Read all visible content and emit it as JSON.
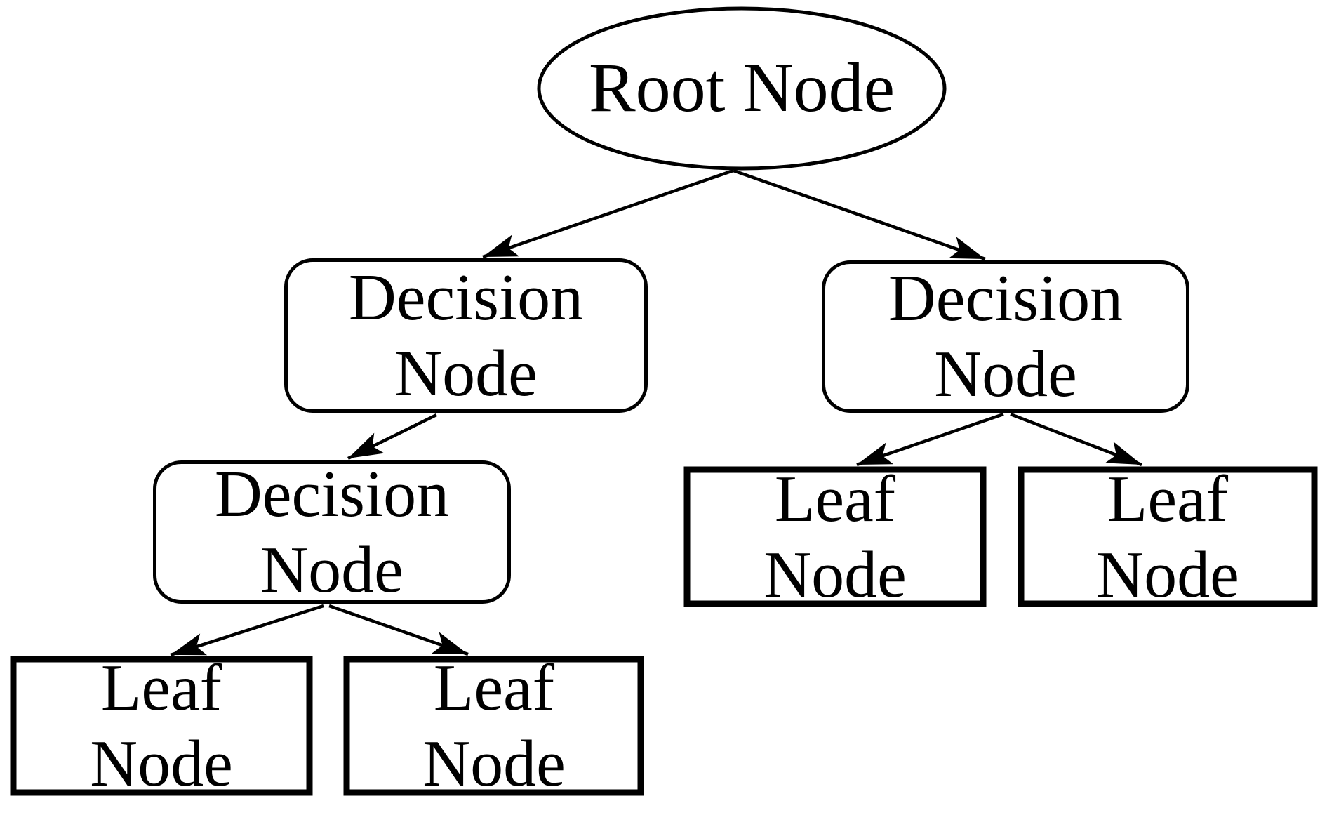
{
  "diagram": {
    "background_color": "#ffffff",
    "line_color": "#000000",
    "text_color": "#000000",
    "nodes": {
      "root": {
        "label": "Root Node"
      },
      "decision_left": {
        "line1": "Decision",
        "line2": "Node"
      },
      "decision_right": {
        "line1": "Decision",
        "line2": "Node"
      },
      "decision_left_child": {
        "line1": "Decision",
        "line2": "Node"
      },
      "leaf_left_1": {
        "line1": "Leaf",
        "line2": "Node"
      },
      "leaf_left_2": {
        "line1": "Leaf",
        "line2": "Node"
      },
      "leaf_right_1": {
        "line1": "Leaf",
        "line2": "Node"
      },
      "leaf_right_2": {
        "line1": "Leaf",
        "line2": "Node"
      }
    },
    "edges": [
      {
        "from": "root",
        "to": "decision_left"
      },
      {
        "from": "root",
        "to": "decision_right"
      },
      {
        "from": "decision_left",
        "to": "decision_left_child"
      },
      {
        "from": "decision_left_child",
        "to": "leaf_left_1"
      },
      {
        "from": "decision_left_child",
        "to": "leaf_left_2"
      },
      {
        "from": "decision_right",
        "to": "leaf_right_1"
      },
      {
        "from": "decision_right",
        "to": "leaf_right_2"
      }
    ]
  }
}
